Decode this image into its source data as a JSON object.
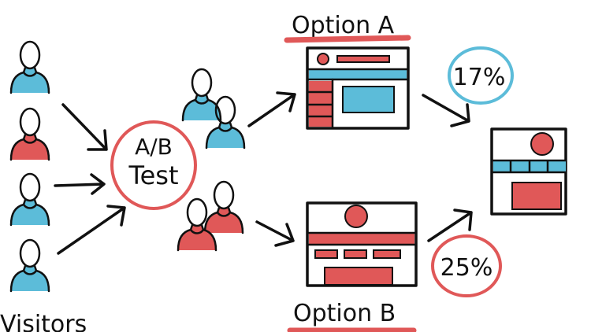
{
  "colors": {
    "red": "#e05858",
    "blue": "#5cbcd9",
    "ink": "#111111"
  },
  "visitors": {
    "label": "Visitors",
    "people": [
      {
        "shirt": "blue"
      },
      {
        "shirt": "red"
      },
      {
        "shirt": "blue"
      },
      {
        "shirt": "blue"
      }
    ]
  },
  "ab_test": {
    "line1": "A/B",
    "line2": "Test"
  },
  "option_a": {
    "label": "Option A",
    "conversion": "17%",
    "group_shirt": "blue"
  },
  "option_b": {
    "label": "Option B",
    "conversion": "25%",
    "group_shirt": "red"
  },
  "icons": [
    "person-icon",
    "arrow-icon",
    "browser-window-icon",
    "result-page-icon"
  ]
}
